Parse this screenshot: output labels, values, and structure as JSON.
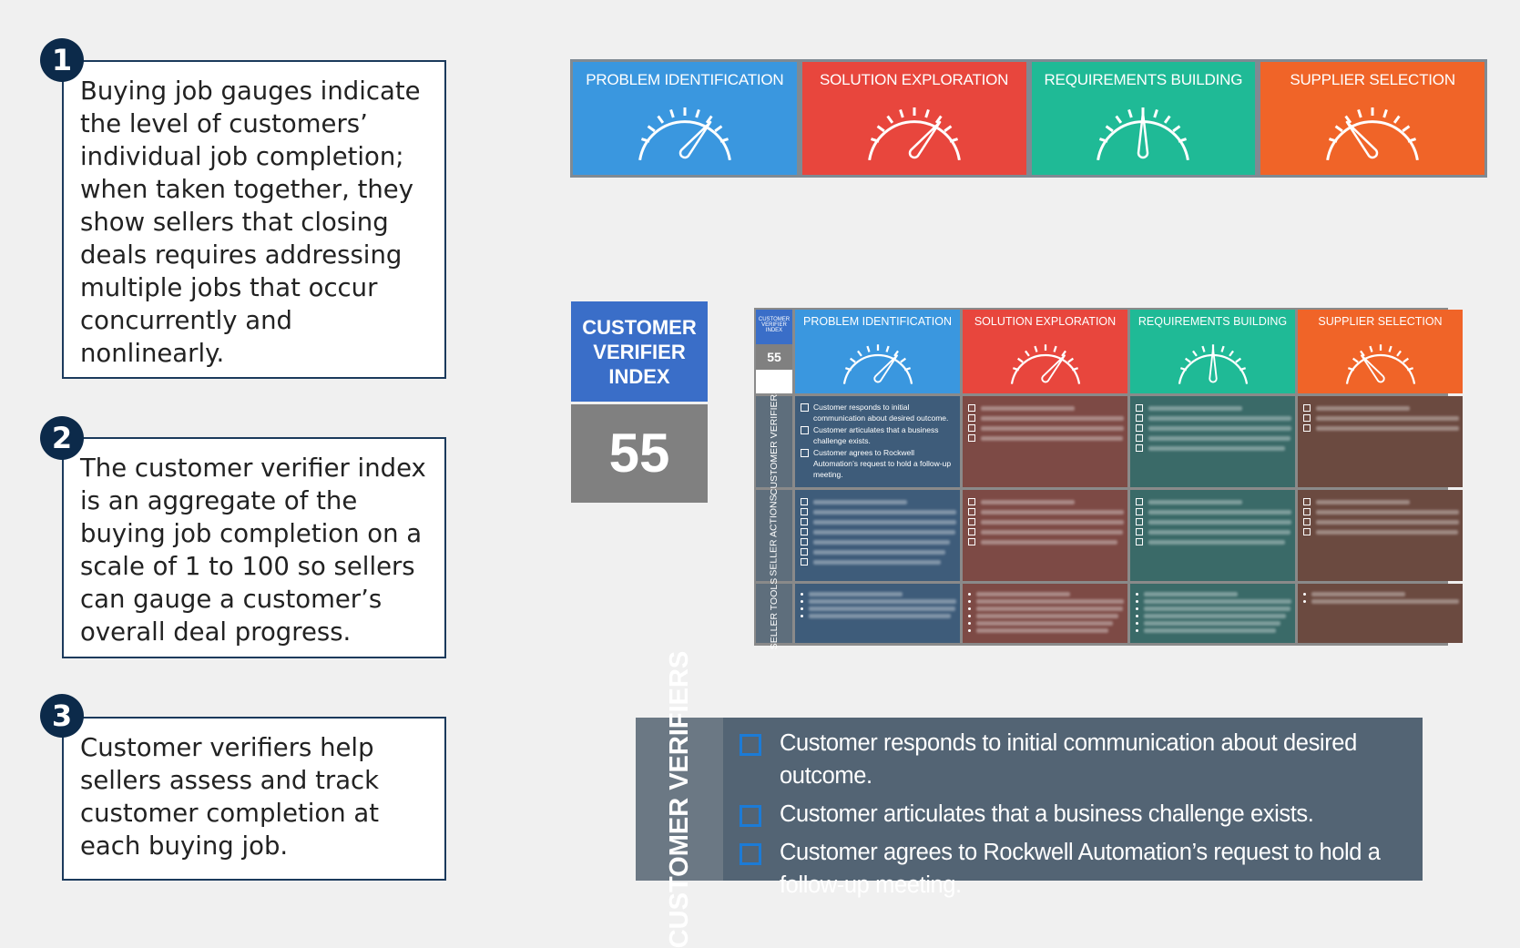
{
  "callouts": [
    {
      "num": "1",
      "text": "Buying job gauges indicate the level of customers’ individual job completion; when taken together, they show sellers that closing deals requires addressing multiple jobs that occur concurrently and nonlinearly."
    },
    {
      "num": "2",
      "text": "The customer verifier index is an aggregate of the buying job completion on a scale of 1 to 100 so sellers can gauge a customer’s overall deal progress."
    },
    {
      "num": "3",
      "text": "Customer verifiers help sellers assess and track customer completion at each buying job."
    }
  ],
  "stages": [
    {
      "label": "PROBLEM IDENTIFICATION",
      "color": "#3a97df",
      "level": 0.72
    },
    {
      "label": "SOLUTION EXPLORATION",
      "color": "#e8463d",
      "level": 0.72
    },
    {
      "label": "REQUIREMENTS BUILDING",
      "color": "#1fba96",
      "level": 0.5
    },
    {
      "label": "SUPPLIER SELECTION",
      "color": "#f06428",
      "level": 0.28
    }
  ],
  "index": {
    "title": "CUSTOMER VERIFIER INDEX",
    "value": "55",
    "corner_label": "CUSTOMER VERIFIER INDEX"
  },
  "matrix": {
    "row_labels": [
      "CUSTOMER VERIFIERS",
      "SELLER ACTIONS",
      "SELLER TOOLS"
    ],
    "cell_colors": [
      "#3e5c7a",
      "#7d4a45",
      "#3a6a68",
      "#6b4a40"
    ],
    "verifier_items": [
      "Customer responds to initial communication about desired outcome.",
      "Customer articulates that a business challenge exists.",
      "Customer agrees to Rockwell Automation’s request to hold a follow-up meeting."
    ]
  },
  "verifiers_panel": {
    "title": "CUSTOMER VERIFIERS",
    "items": [
      "Customer responds to initial communication about desired outcome.",
      "Customer articulates that a business challenge exists.",
      "Customer agrees to Rockwell Automation’s request to hold a follow-up meeting."
    ],
    "checkbox_color": "#1c7bd6"
  }
}
